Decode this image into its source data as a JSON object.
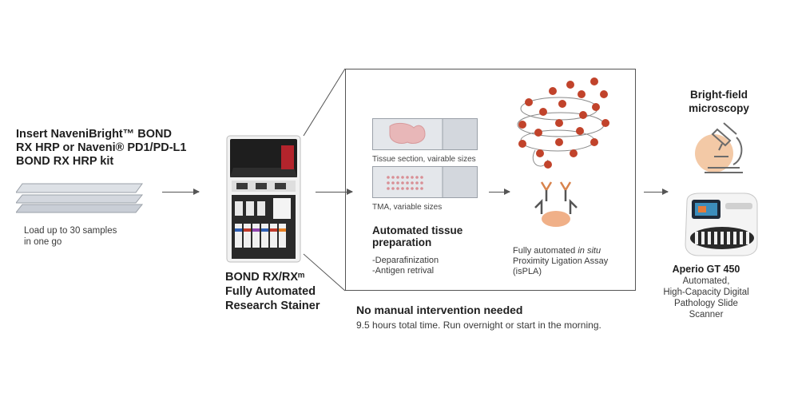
{
  "kit": {
    "title_lines": [
      "Insert NaveniBright™ BOND",
      "RX HRP or Naveni® PD1/PD-L1",
      "BOND RX HRP kit"
    ],
    "caption_lines": [
      "Load up to 30 samples",
      "in one go"
    ]
  },
  "stainer": {
    "name_lines": [
      "BOND RX/RXᵐ",
      "Fully Automated",
      "Research Stainer"
    ]
  },
  "process": {
    "slide1_caption": "Tissue section, vairable sizes",
    "slide2_caption": "TMA, variable sizes",
    "prep_title_lines": [
      "Automated tissue",
      "preparation"
    ],
    "prep_steps": [
      "-Deparafinization",
      "-Antigen retrival"
    ],
    "assay_line1_prefix": "Fully automated ",
    "assay_line1_italic": "in situ",
    "assay_line2": "Proximity Ligation Assay",
    "assay_line3": "(isPLA)"
  },
  "footer": {
    "headline": "No manual intervention needed",
    "subtext": "9.5 hours total time. Run overnight or start in the morning."
  },
  "microscopy": {
    "title_lines": [
      "Bright-field",
      "microscopy"
    ]
  },
  "scanner": {
    "name": "Aperio GT 450",
    "desc_lines": [
      "Automated,",
      "High-Capacity Digital",
      "Pathology Slide",
      "Scanner"
    ]
  },
  "colors": {
    "bead": "#c1432b",
    "tissue_pink": "#e8b7b8",
    "antibody": "#d8834c",
    "peach": "#f3c9a6",
    "slide_grey": "#d7dbe0"
  }
}
